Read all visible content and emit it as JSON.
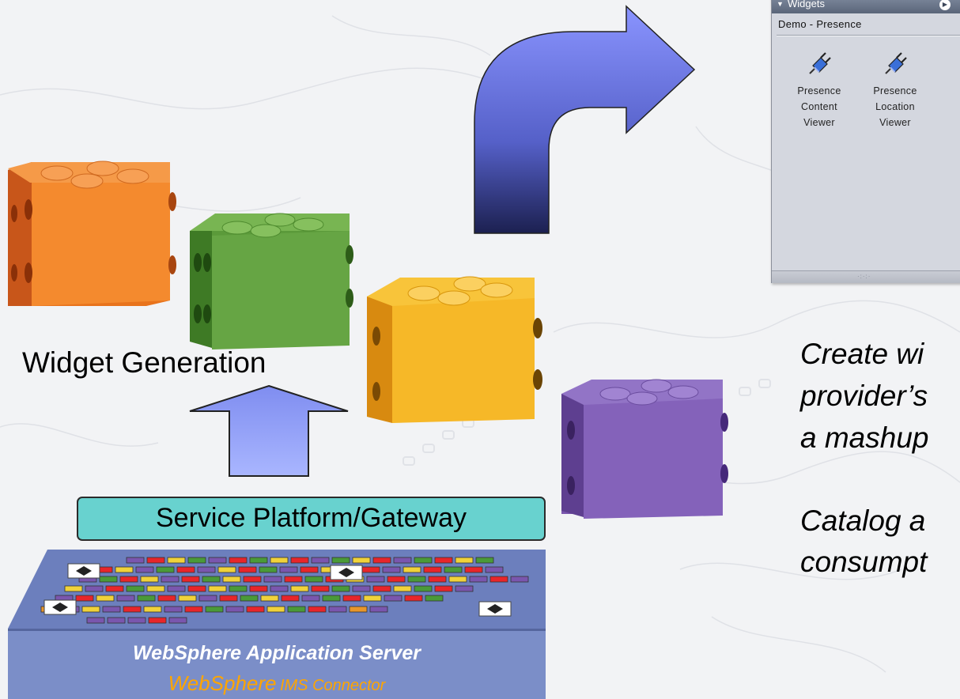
{
  "widgets_panel": {
    "title": "Widgets",
    "subtitle": "Demo - Presence",
    "items": [
      {
        "label": "Presence Content Viewer",
        "line1": "Presence",
        "line2": "Content",
        "line3": "Viewer"
      },
      {
        "label": "Presence Location Viewer",
        "line1": "Presence",
        "line2": "Location",
        "line3": "Viewer"
      }
    ]
  },
  "diagram": {
    "widget_generation_label": "Widget Generation",
    "service_platform_label": "Service Platform/Gateway",
    "server_label": "WebSphere Application Server",
    "connector_brand": "WebSphere",
    "connector_name": "IMS Connector"
  },
  "notes": {
    "line1": "Create wi",
    "line2": "provider’s",
    "line3": "a mashup",
    "line4": "Catalog a",
    "line5": "consumpt"
  },
  "colors": {
    "orange_block": "#f07a1e",
    "green_block": "#5c9a3c",
    "yellow_block": "#f2b21e",
    "purple_block": "#7a5ab0",
    "arrow": "#6e78e0",
    "service_box": "#68d2cf",
    "slab": "#7d8fc8",
    "connector_text": "#ffa500"
  }
}
